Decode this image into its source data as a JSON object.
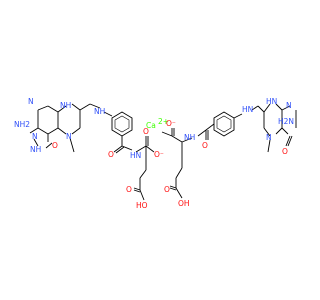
{
  "structure": {
    "title": "",
    "colors": {
      "bond": "#000000",
      "nitrogen": "#3050F8",
      "oxygen": "#FF0D0D",
      "calcium": "#3DFF00",
      "background": "#FFFFFF"
    },
    "labels": {
      "nh2_left": "NH2",
      "h2n_right": "H2N",
      "nh": "NH",
      "hn": "HN",
      "ho": "HO",
      "oh": "OH",
      "n": "N",
      "o": "O",
      "o_minus": "O⁻",
      "ca": "Ca",
      "ca_charge": "2+"
    }
  }
}
